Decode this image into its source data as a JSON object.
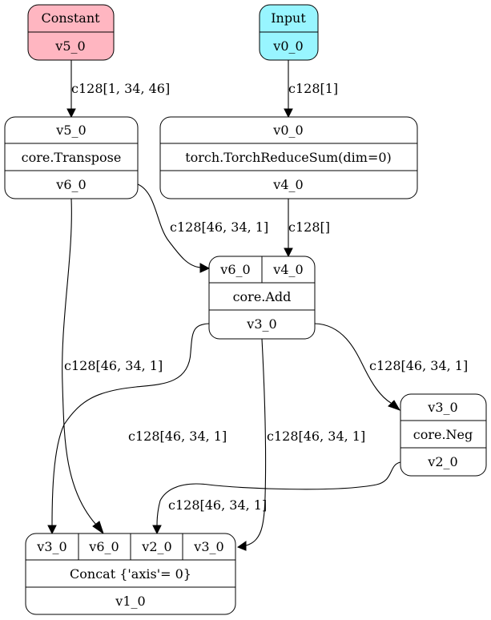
{
  "colors": {
    "constant_fill": "#ffb6c1",
    "input_fill": "#98f5ff",
    "node_fill": "#ffffff",
    "stroke": "#000000"
  },
  "nodes": {
    "constant": {
      "title": "Constant",
      "output": "v5_0"
    },
    "input": {
      "title": "Input",
      "output": "v0_0"
    },
    "transpose": {
      "input": "v5_0",
      "op": "core.Transpose",
      "output": "v6_0"
    },
    "reduce_sum": {
      "input": "v0_0",
      "op": "torch.TorchReduceSum(dim=0)",
      "output": "v4_0"
    },
    "add": {
      "inputs": [
        "v6_0",
        "v4_0"
      ],
      "op": "core.Add",
      "output": "v3_0"
    },
    "neg": {
      "input": "v3_0",
      "op": "core.Neg",
      "output": "v2_0"
    },
    "concat": {
      "inputs": [
        "v3_0",
        "v6_0",
        "v2_0",
        "v3_0"
      ],
      "op": "Concat {'axis'= 0}",
      "output": "v1_0"
    }
  },
  "edges": {
    "constant_to_transpose": "c128[1, 34, 46]",
    "input_to_reduce": "c128[1]",
    "transpose_to_add": "c128[46, 34, 1]",
    "reduce_to_add": "c128[]",
    "transpose_to_concat": "c128[46, 34, 1]",
    "add_to_concat_first": "c128[46, 34, 1]",
    "add_to_concat_last": "c128[46, 34, 1]",
    "add_to_neg": "c128[46, 34, 1]",
    "neg_to_concat": "c128[46, 34, 1]"
  }
}
